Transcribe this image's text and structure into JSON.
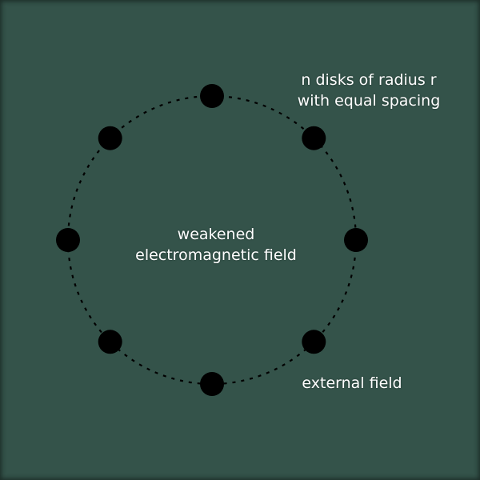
{
  "labels": {
    "disks_line1": "n disks of radius r",
    "disks_line2": "with equal spacing",
    "weakened_line1": "weakened",
    "weakened_line2": "electromagnetic field",
    "external": "external field"
  },
  "diagram": {
    "disk_count": 8,
    "colors": {
      "background": "#34534a",
      "disk": "#000000",
      "ring": "#000000",
      "text": "#ffffff"
    }
  }
}
